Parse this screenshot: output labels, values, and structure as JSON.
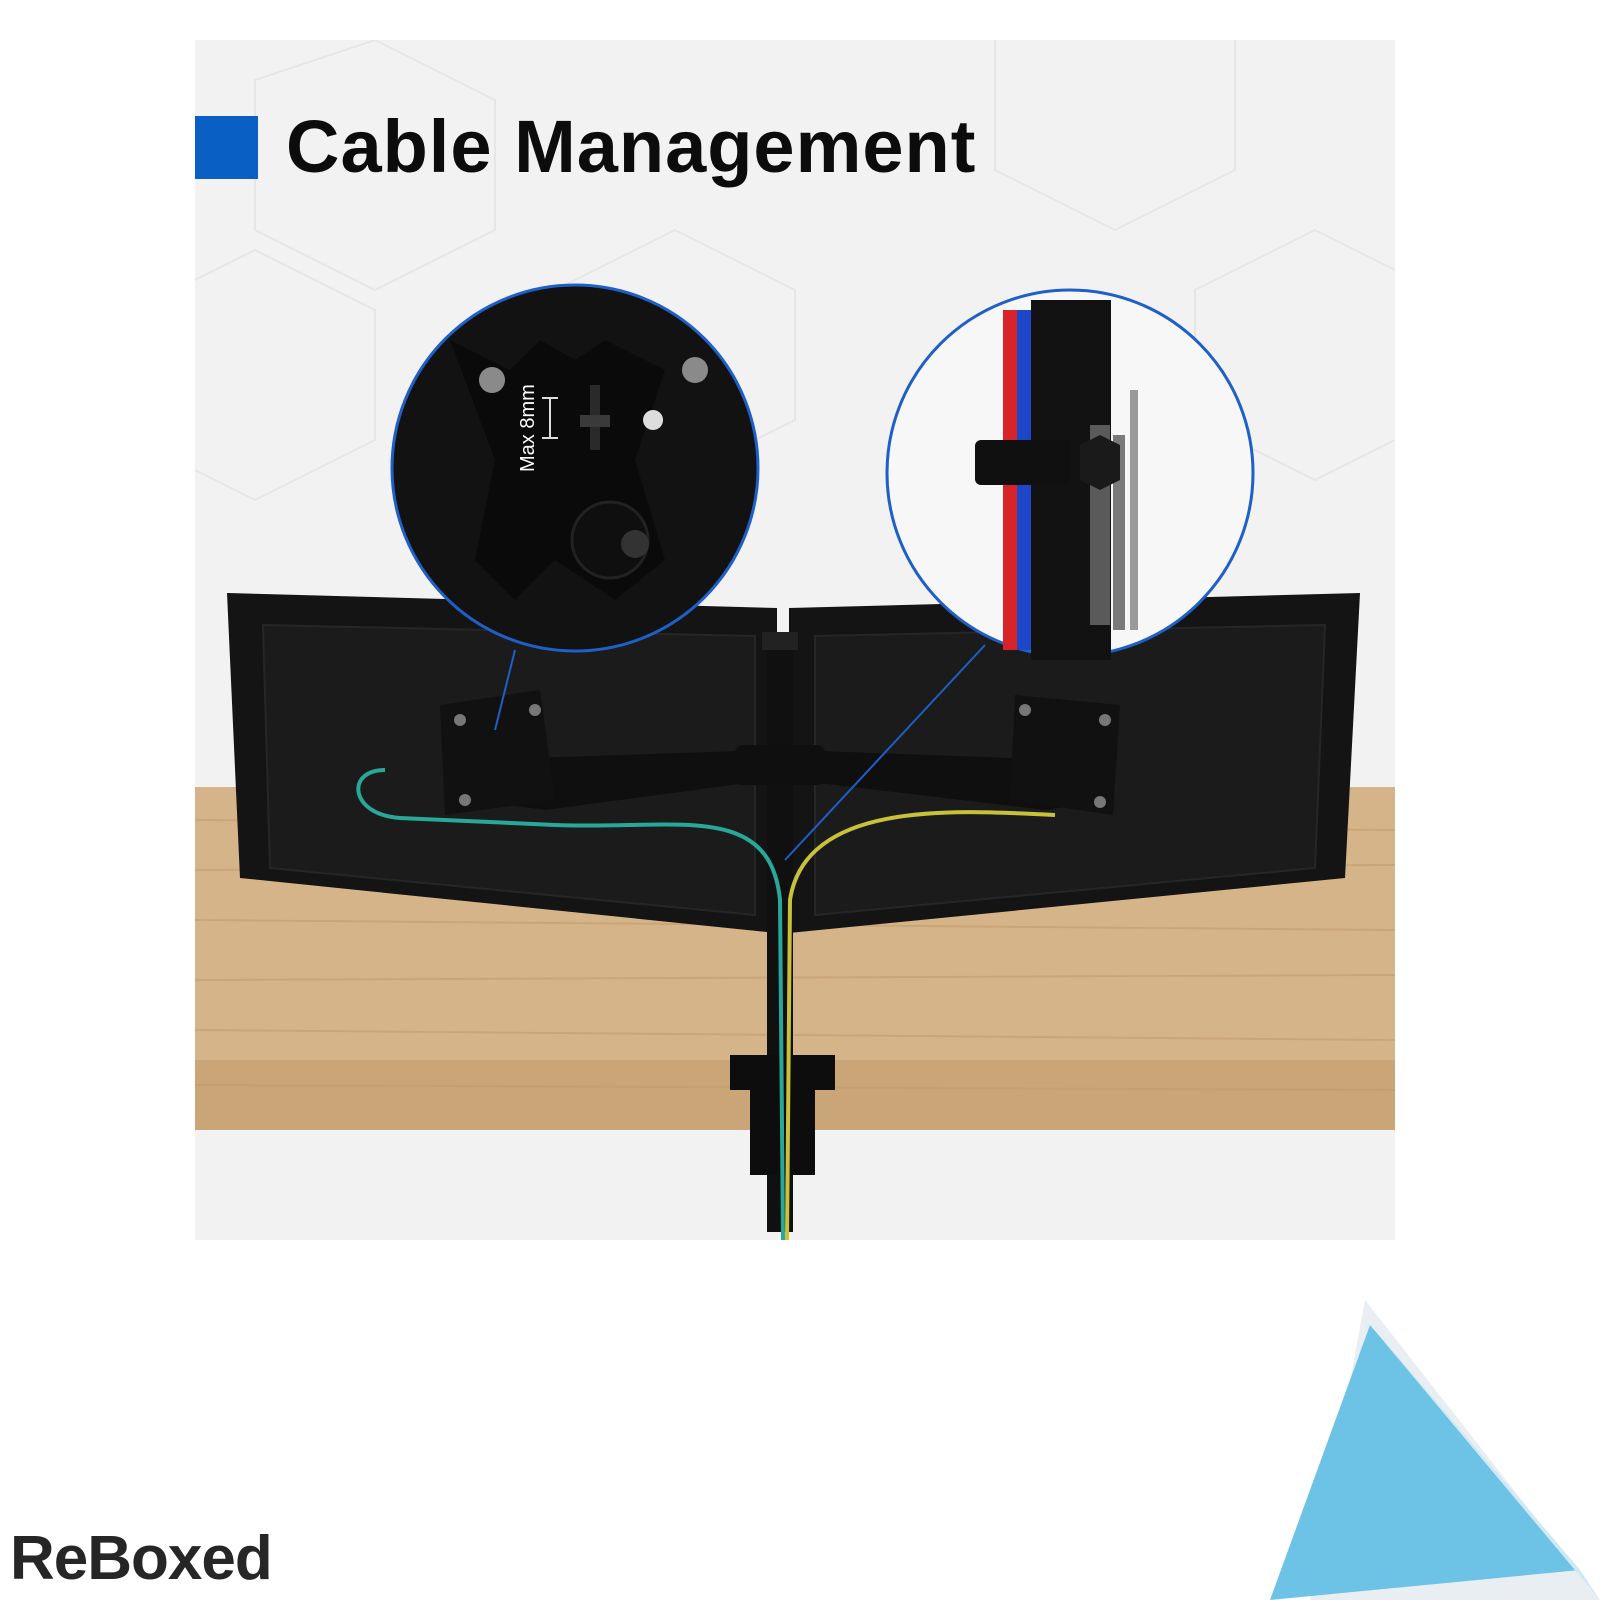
{
  "headline": {
    "title": "Cable Management"
  },
  "callouts": {
    "vesa_detail": {
      "screw_limit_label": "Max 8mm"
    },
    "pole_detail": {
      "cables": [
        "red",
        "blue"
      ]
    }
  },
  "brand": {
    "logo_text": "ReBoxed"
  },
  "colors": {
    "accent": "#0a5fc4",
    "cable_teal": "#2aa79b",
    "cable_yellow": "#c8c23a",
    "cable_red": "#d8232a",
    "cable_blue": "#1d46c8",
    "desk": "#d6b48a",
    "curl": "#6cc3e6"
  }
}
